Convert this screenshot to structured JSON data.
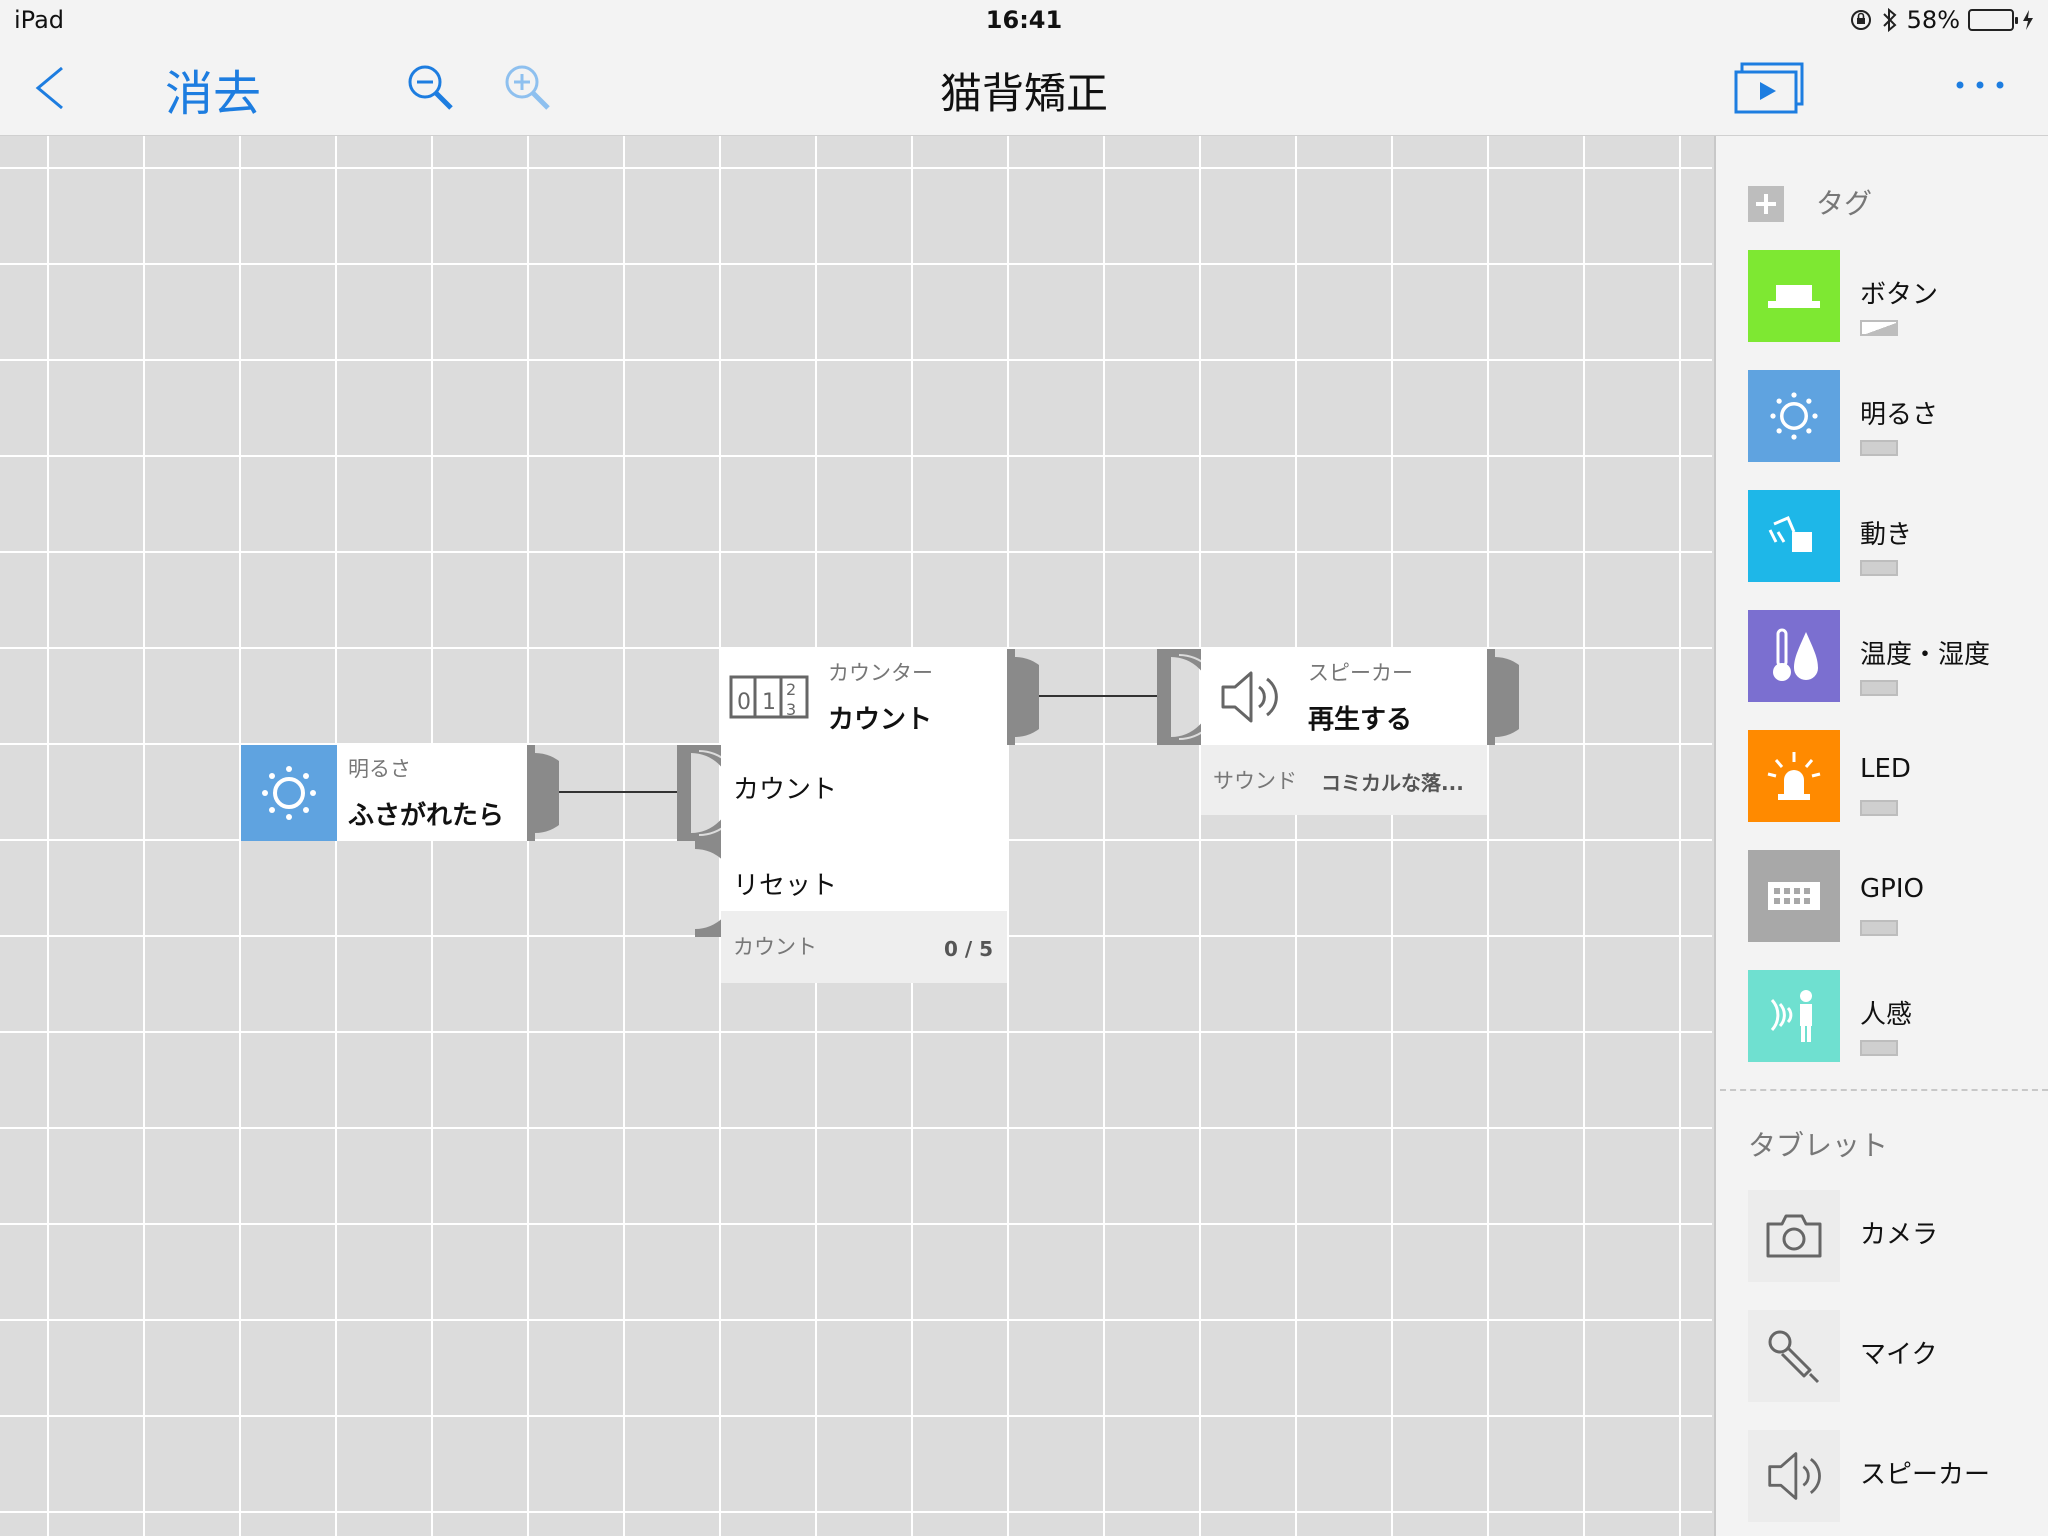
{
  "status_bar": {
    "device": "iPad",
    "time": "16:41",
    "battery_percent": "58%",
    "battery_level": 0.58
  },
  "nav": {
    "clear_label": "消去",
    "title": "猫背矯正"
  },
  "blocks": {
    "brightness": {
      "caption": "明るさ",
      "action": "ふさがれたら"
    },
    "counter": {
      "caption": "カウンター",
      "action": "カウント",
      "input_count": "カウント",
      "input_reset": "リセット",
      "footer_label": "カウント",
      "footer_value": "0 / 5"
    },
    "speaker": {
      "caption": "スピーカー",
      "action": "再生する",
      "footer_label": "サウンド",
      "footer_value": "コミカルな落..."
    }
  },
  "sidebar": {
    "tags_section": "タグ",
    "tags": [
      {
        "label": "ボタン",
        "color": "#7ee832",
        "icon": "button-icon"
      },
      {
        "label": "明るさ",
        "color": "#5fa3e0",
        "icon": "sun-icon"
      },
      {
        "label": "動き",
        "color": "#1eb7e8",
        "icon": "motion-icon"
      },
      {
        "label": "温度・湿度",
        "color": "#7b6fd0",
        "icon": "thermometer-icon"
      },
      {
        "label": "LED",
        "color": "#ff8a00",
        "icon": "led-icon"
      },
      {
        "label": "GPIO",
        "color": "#a8a8a8",
        "icon": "gpio-icon"
      },
      {
        "label": "人感",
        "color": "#6fe0d0",
        "icon": "human-sensor-icon"
      }
    ],
    "tablet_section": "タブレット",
    "tablet": [
      {
        "label": "カメラ",
        "icon": "camera-icon"
      },
      {
        "label": "マイク",
        "icon": "microphone-icon"
      },
      {
        "label": "スピーカー",
        "icon": "speaker-icon"
      }
    ]
  },
  "colors": {
    "accent": "#1d7de0",
    "grid_background": "#dcdcdc",
    "port": "#8a8a8a"
  }
}
